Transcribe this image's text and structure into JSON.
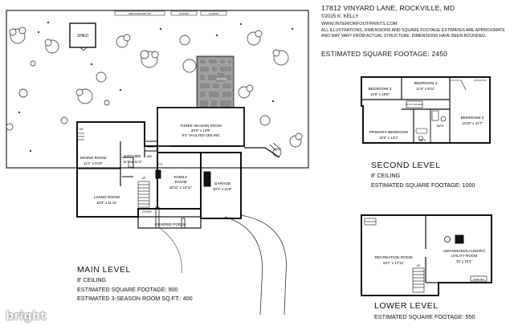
{
  "header": {
    "address": "17812 VINYARD LANE, ROCKVILLE, MD",
    "copyright": "©2025 K. KELLY",
    "website": "WWW.INTERIORFOOTPRINTS.COM",
    "disclaimer_1": "ALL ILLUSTRATIONS, DIMENSIONS AND SQUARE FOOTAGE ESTIMATES ARE APPROXIMATE",
    "disclaimer_2": "AND MAY VARY FROM ACTUAL STRUCTURE. DIMENSIONS HAVE BEEN ROUNDED.",
    "total_sqft": "ESTIMATED SQUARE FOOTAGE: 2450"
  },
  "site": {
    "shed": "SHED",
    "fence_labels": [
      "DEEP DOWN BAR TOP",
      "PLANTER",
      "PLANTER"
    ],
    "patio": "PATIO",
    "covered_porch": "COVERED PORCH"
  },
  "main_rooms": {
    "three_season": {
      "name": "THREE SEASON ROOM",
      "dims": "25'9\" x 13'9\"",
      "note": "9'4\" VAULTED CEILING"
    },
    "dining": {
      "name": "DINING ROOM",
      "dims": "12'1\" x 9'10\""
    },
    "kitchen": {
      "name": "KITCHEN",
      "dims": "11'7\" x 11'4\""
    },
    "family": {
      "name": "FAMILY",
      "name2": "ROOM",
      "dims": "16'11\" x 10'11\""
    },
    "garage": {
      "name": "GARAGE",
      "dims": "20'4\" x 11'8\""
    },
    "living": {
      "name": "LIVING ROOM",
      "dims": "18'3\" x 11'11\""
    },
    "small": [
      "CLOS",
      "F.P.",
      "FOYER",
      "UP",
      "DN",
      "W/D"
    ]
  },
  "second_rooms": {
    "bed3": {
      "name": "BEDROOM 3",
      "dims": "12'9\" x 10'6\""
    },
    "bed4": {
      "name": "BEDROOM 4",
      "dims": "11'6\" x 9'11\""
    },
    "primary": {
      "name": "PRIMARY BEDROOM",
      "dims": "15'9\" x 13'1\""
    },
    "bed2": {
      "name": "BEDROOM 2",
      "dims": "13'10\" x 11'7\""
    },
    "small": [
      "BATH",
      "BATH",
      "ATTIC ACCESS"
    ]
  },
  "lower_rooms": {
    "rec": {
      "name": "RECREATION ROOM",
      "dims": "23'7\" x 17'11\""
    },
    "utility": {
      "name": "UNFINISHED/LAUNDRY/",
      "name2": "UTILITY ROOM",
      "dims": "20' x 15'4\""
    },
    "small": [
      "SHELVES",
      "UP"
    ]
  },
  "levels": {
    "main": {
      "name": "MAIN LEVEL",
      "ceiling": "8' CEILING",
      "sqft": "ESTIMATED SQUARE FOOTAGE: 900",
      "sqft2": "ESTIMATED 3-SEASON ROOM SQ.FT.: 400"
    },
    "second": {
      "name": "SECOND LEVEL",
      "ceiling": "8' CEILING",
      "sqft": "ESTIMATED SQUARE FOOTAGE: 1000"
    },
    "lower": {
      "name": "LOWER LEVEL",
      "sqft": "ESTIMATED SQUARE FOOTAGE: 550"
    }
  },
  "watermark": "bright",
  "colors": {
    "wall": "#111111",
    "patio": "#8a8a8a",
    "tree": "#555555"
  }
}
